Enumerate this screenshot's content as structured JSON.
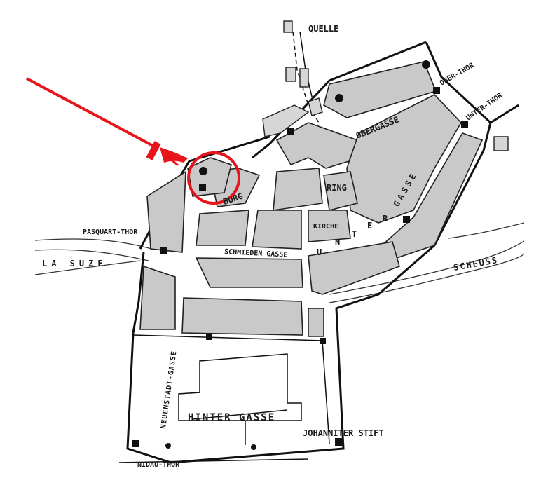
{
  "map": {
    "labels": {
      "quelle": "QUELLE",
      "ober_thor": "OBER-THOR",
      "unter_thor": "UNTER-THOR",
      "obergasse": "OBERGASSE",
      "burg": "BURG",
      "ring": "RING",
      "kirche": "KIRCHE",
      "pasquart_thor": "PASQUART-THOR",
      "la_suze": "LA SUZE",
      "schmieden_gasse": "SCHMIEDEN GASSE",
      "untergasse_u": "U",
      "untergasse_n": "N",
      "untergasse_t": "T",
      "untergasse_e": "E",
      "untergasse_r": "R",
      "gasse_vertical": "GASSE",
      "scheuss": "SCHEUSS",
      "neuenstadt_gasse": "NEUENSTADT-GASSE",
      "hinter_gasse": "HINTER GASSE",
      "johanniter_stift": "JOHANNITER STIFT",
      "nidau_thor": "NIDAU-THOR"
    },
    "annotation": {
      "arrow_color": "#e8141b",
      "circle_color": "#e8141b",
      "pointer_icon": "pointing-hand-icon"
    }
  }
}
